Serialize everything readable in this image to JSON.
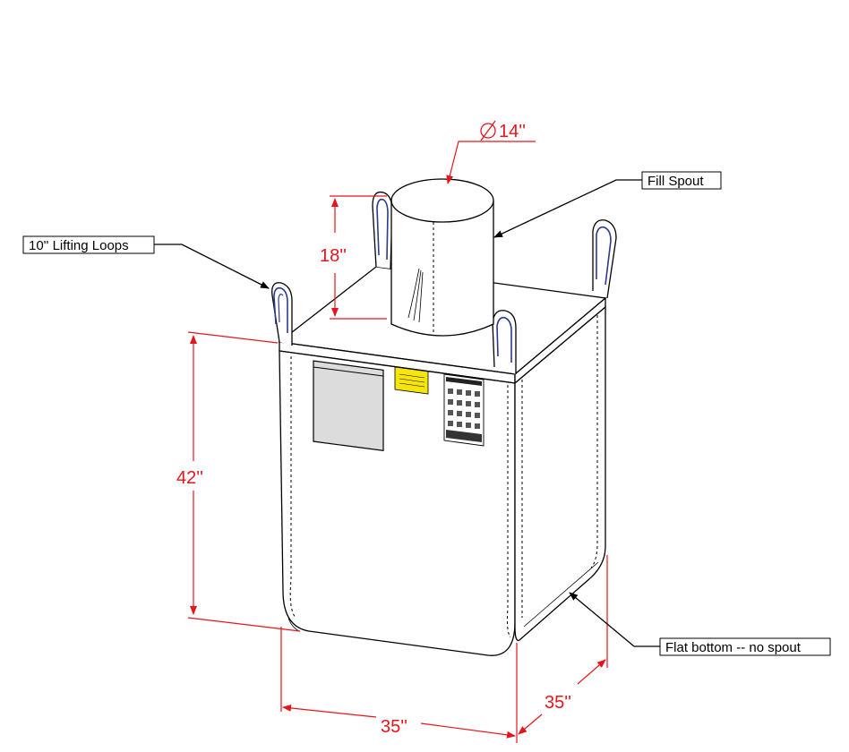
{
  "dimensions": {
    "spout_diameter": "14''",
    "spout_height": "18''",
    "bag_height": "42''",
    "bag_width": "35''",
    "bag_depth": "35''"
  },
  "callouts": {
    "fill_spout": "Fill Spout",
    "lifting_loops": "10'' Lifting Loops",
    "flat_bottom": "Flat bottom -- no spout"
  },
  "icons": {
    "diameter": "diameter-symbol"
  },
  "colors": {
    "dimension": "#e8141b",
    "outline": "#000000",
    "loop": "#2a3a8c",
    "label": "#f5e50a"
  }
}
